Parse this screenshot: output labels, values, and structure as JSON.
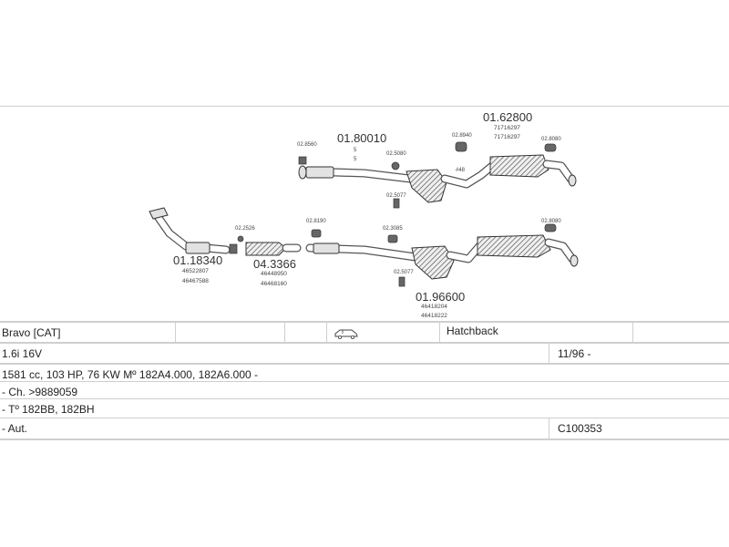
{
  "parts": {
    "upper_front": "01.80010",
    "upper_front_sub1": "5",
    "upper_front_sub2": "5",
    "upper_rear": "01.62800",
    "upper_rear_oe1": "71716297",
    "upper_rear_oe2": "71716297",
    "lower_front": "01.18340",
    "lower_front_oe1": "46522807",
    "lower_front_oe2": "46467588",
    "catalyst": "04.3366",
    "catalyst_oe1": "46448950",
    "catalyst_oe2": "46468160",
    "lower_rear": "01.96600",
    "lower_rear_oe1": "46418204",
    "lower_rear_oe2": "46418222"
  },
  "hardware": {
    "h1": "02.8560",
    "h2": "02.5080",
    "h3": "02.8940",
    "h4": "02.8080",
    "h5": "02.5077",
    "h6": "02.2526",
    "h7": "02.8190",
    "h8": "02.3085",
    "h9": "02.8080",
    "h10": "02.5077",
    "h11": "#48"
  },
  "vehicle": {
    "model": "Bravo  [CAT]",
    "body": "Hatchback",
    "engine": "1.6i 16V",
    "years": "11/96 -",
    "specs": "1581 cc, 103 HP, 76 KW Mº 182A4.000, 182A6.000 -",
    "chassis": "- Ch. >9889059",
    "type": "- Tº 182BB, 182BH",
    "gearbox": "- Aut.",
    "code": "C100353"
  },
  "icons": {
    "body_icon": "car-hatchback-icon"
  }
}
